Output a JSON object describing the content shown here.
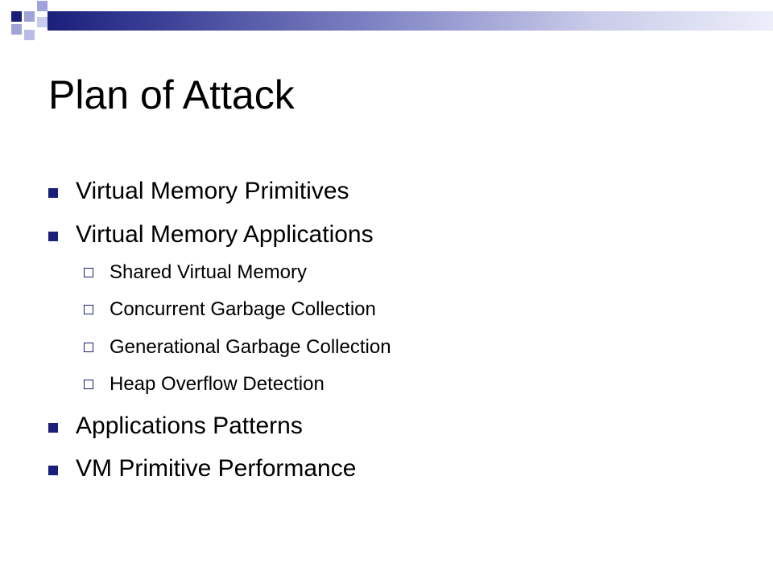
{
  "slide": {
    "title": "Plan of Attack",
    "bullets": [
      {
        "level": 1,
        "text": "Virtual Memory Primitives"
      },
      {
        "level": 1,
        "text": "Virtual Memory Applications"
      },
      {
        "level": 2,
        "text": "Shared Virtual Memory"
      },
      {
        "level": 2,
        "text": "Concurrent Garbage Collection"
      },
      {
        "level": 2,
        "text": "Generational Garbage Collection"
      },
      {
        "level": 2,
        "text": "Heap Overflow Detection"
      },
      {
        "level": 1,
        "text": "Applications Patterns"
      },
      {
        "level": 1,
        "text": "VM Primitive Performance"
      }
    ]
  },
  "theme": {
    "accent": "#1a1f7a",
    "accent_light": "#9fa3d8"
  }
}
